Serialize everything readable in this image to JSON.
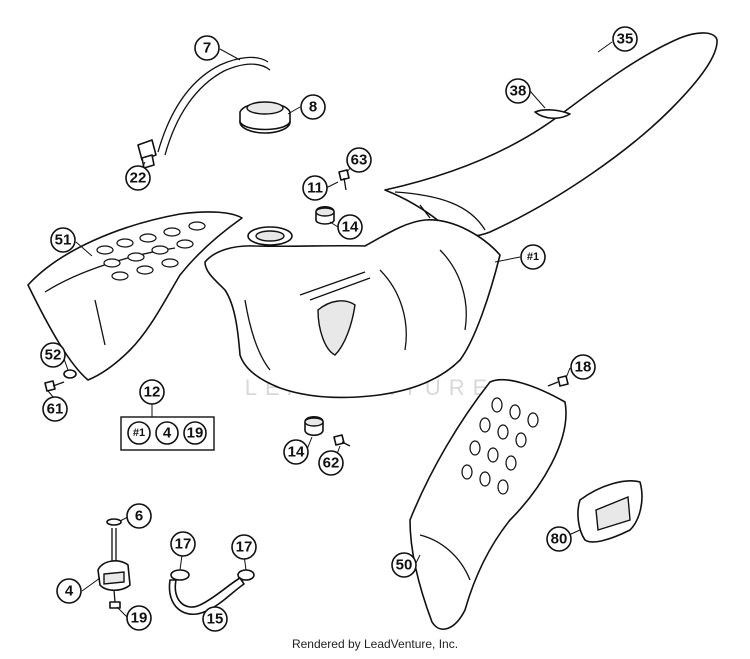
{
  "watermark": "LEADVENTURE",
  "footer": "Rendered by LeadVenture, Inc.",
  "callouts": {
    "c7": "7",
    "c8": "8",
    "c22": "22",
    "c35": "35",
    "c38": "38",
    "c63": "63",
    "c11": "11",
    "c14a": "14",
    "c51": "51",
    "c1a": "#1",
    "c52": "52",
    "c61": "61",
    "c12": "12",
    "c18": "18",
    "c14b": "14",
    "c62": "62",
    "c6": "6",
    "c4": "4",
    "c19": "19",
    "c17a": "17",
    "c17b": "17",
    "c15": "15",
    "c80": "80",
    "c50": "50"
  },
  "kit": {
    "items": [
      "#1",
      "4",
      "19"
    ]
  }
}
